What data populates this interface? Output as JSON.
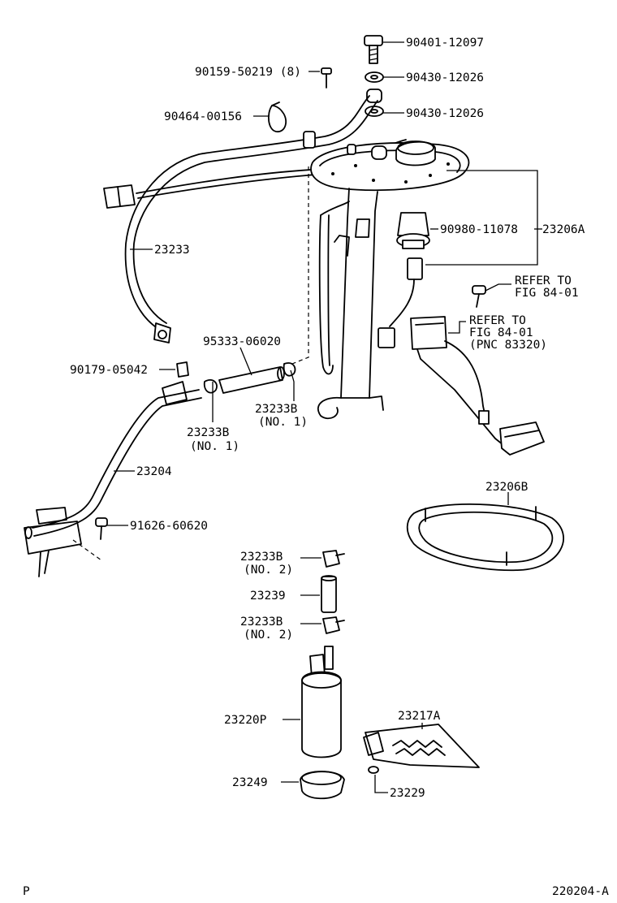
{
  "labels": {
    "p_90401_12097": "90401-12097",
    "p_90430_12026_a": "90430-12026",
    "p_90430_12026_b": "90430-12026",
    "p_90159_50219": "90159-50219 (8)",
    "p_90464_00156": "90464-00156",
    "p_90980_11078": "90980-11078",
    "p_23206A": "23206A",
    "p_23233": "23233",
    "refer_1_line1": "REFER TO",
    "refer_1_line2": "FIG 84-01",
    "refer_2_line1": "REFER TO",
    "refer_2_line2": "FIG 84-01",
    "refer_2_line3": "(PNC 83320)",
    "p_95333_06020": "95333-06020",
    "p_90179_05042": "90179-05042",
    "p_23233B_r": "23233B",
    "p_23233B_r_note": "(NO. 1)",
    "p_23233B_l": "23233B",
    "p_23233B_l_note": "(NO. 1)",
    "p_23204": "23204",
    "p_91626_60620": "91626-60620",
    "p_23206B": "23206B",
    "p_23233B_u": "23233B",
    "p_23233B_u_note": "(NO. 2)",
    "p_23239": "23239",
    "p_23233B_d": "23233B",
    "p_23233B_d_note": "(NO. 2)",
    "p_23220P": "23220P",
    "p_23217A": "23217A",
    "p_23249": "23249",
    "p_23229": "23229",
    "corner_left": "P",
    "corner_right": "220204-A"
  }
}
